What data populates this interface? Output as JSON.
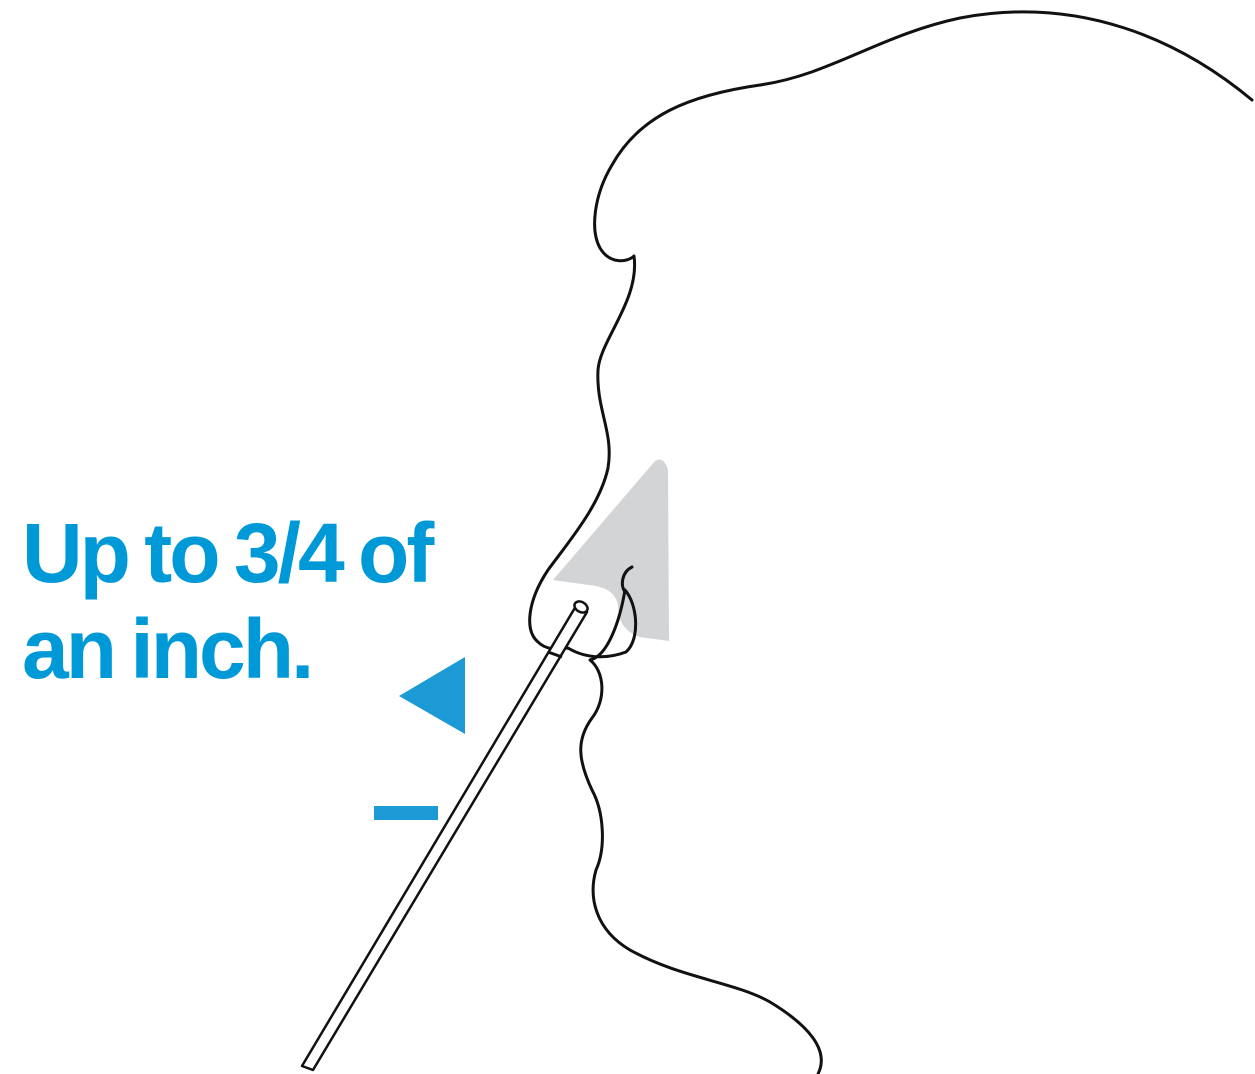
{
  "caption": {
    "line1": "Up to 3/4 of",
    "line2": "an inch."
  },
  "colors": {
    "caption_text": "#0099d8",
    "marker": "#1b9ad6",
    "outline": "#111111",
    "insertion_zone": "#d3d4d6",
    "background": "#ffffff"
  },
  "icons": {
    "insertion_arrow": "left-triangle",
    "depth_marker": "horizontal-bar",
    "swab": "nasal-swab"
  }
}
